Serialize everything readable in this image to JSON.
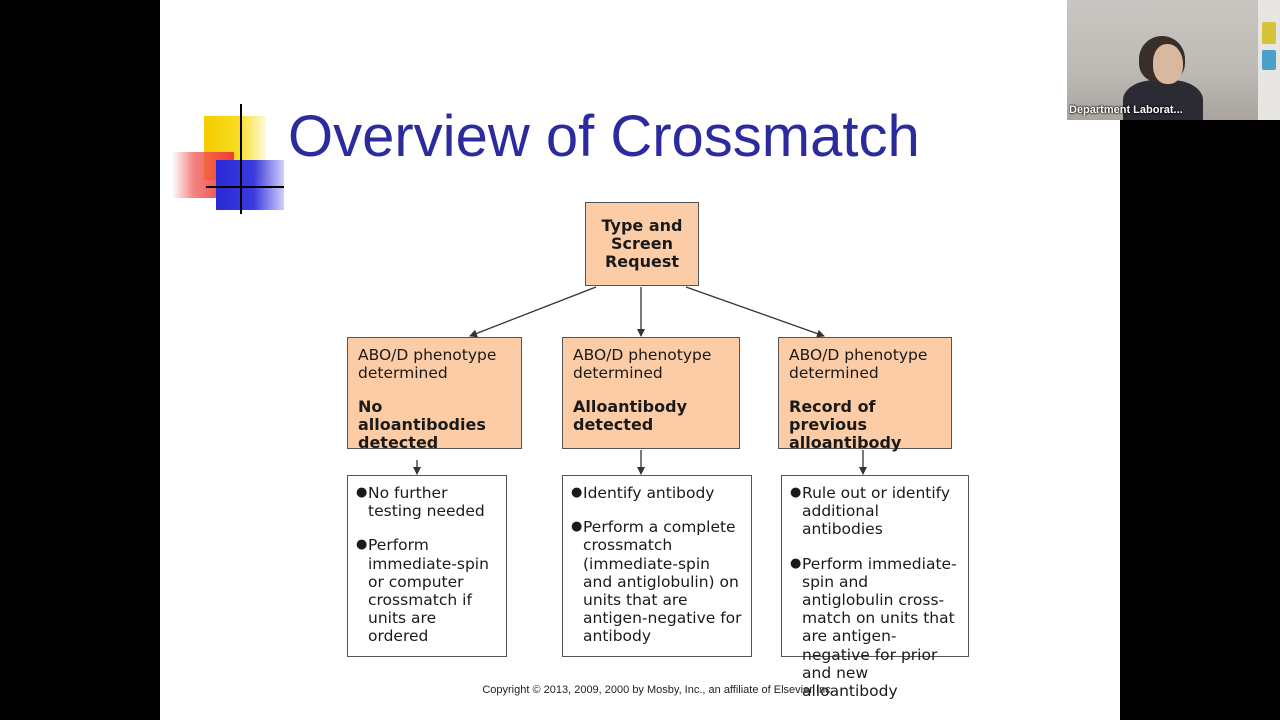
{
  "slide": {
    "title": "Overview of Crossmatch",
    "copyright": "Copyright © 2013, 2009, 2000 by Mosby, Inc., an affiliate of Elsevier Inc."
  },
  "flowchart": {
    "root": "Type and Screen Request",
    "branches": [
      {
        "phenotype": "ABO/D phenotype determined",
        "finding": "No alloantibodies detected",
        "actions": [
          "No further testing needed",
          "Perform immediate-spin or computer crossmatch if units are ordered"
        ]
      },
      {
        "phenotype": "ABO/D phenotype determined",
        "finding": "Alloantibody detected",
        "actions": [
          "Identify antibody",
          "Perform a complete crossmatch (immediate-spin and antiglobulin) on units that are antigen-negative for antibody"
        ]
      },
      {
        "phenotype": "ABO/D phenotype determined",
        "finding": "Record of previous alloantibody",
        "actions": [
          "Rule out or identify additional antibodies",
          "Perform immediate-spin and antiglobulin cross-match on units that are antigen-negative for prior and new alloantibody"
        ]
      }
    ]
  },
  "webcam": {
    "participant_label": "Department Laborat..."
  },
  "colors": {
    "title": "#2b2b9e",
    "orange_box": "#fbcca5"
  },
  "icons": {
    "bullet": "bullet-dot-icon"
  }
}
